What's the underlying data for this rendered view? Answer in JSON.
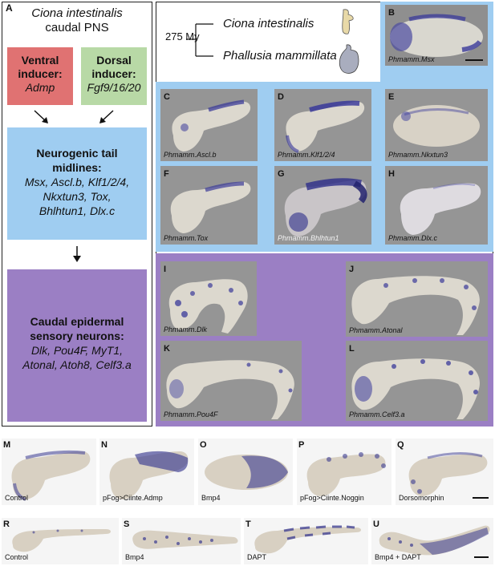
{
  "panel_a": {
    "letter": "A",
    "title_line1": "Ciona intestinalis",
    "title_line2": "caudal PNS",
    "ventral": {
      "title_line1": "Ventral",
      "title_line2": "inducer:",
      "gene": "Admp",
      "color": "#e07272"
    },
    "dorsal": {
      "title_line1": "Dorsal",
      "title_line2": "inducer:",
      "gene": "Fgf9/16/20",
      "color": "#b8d9a6"
    },
    "midlines": {
      "title_line1": "Neurogenic tail",
      "title_line2": "midlines:",
      "genes_line1": "Msx, Ascl.b, Klf1/2/4,",
      "genes_line2": "Nkxtun3, Tox,",
      "genes_line3": "Bhlhtun1, Dlx.c",
      "color": "#9fcdf1"
    },
    "sensory": {
      "title_line1": "Caudal epidermal",
      "title_line2": "sensory neurons:",
      "genes_line1": "Dlk, Pou4F, MyT1,",
      "genes_line2": "Atonal, Atoh8, Celf3.a",
      "color": "#9b7fc4"
    }
  },
  "phylogeny": {
    "time": "275 My",
    "species1": "Ciona intestinalis",
    "species2": "Phallusia mammillata",
    "blue_bg": "#9fcdf1",
    "purple_bg": "#9b7fc4"
  },
  "panels_blue": [
    {
      "letter": "B",
      "caption": "Phmamm.Msx"
    },
    {
      "letter": "C",
      "caption": "Phmamm.Ascl.b"
    },
    {
      "letter": "D",
      "caption": "Phmamm.Klf1/2/4"
    },
    {
      "letter": "E",
      "caption": "Phmamm.Nkxtun3"
    },
    {
      "letter": "F",
      "caption": "Phmamm.Tox"
    },
    {
      "letter": "G",
      "caption": "Phmamm.Bhlhtun1"
    },
    {
      "letter": "H",
      "caption": "Phmamm.Dlx.c"
    }
  ],
  "panels_purple": [
    {
      "letter": "I",
      "caption": "Phmamm.Dlk"
    },
    {
      "letter": "J",
      "caption": "Phmamm.Atonal"
    },
    {
      "letter": "K",
      "caption": "Phmamm.Pou4F"
    },
    {
      "letter": "L",
      "caption": "Phmamm.Celf3.a"
    }
  ],
  "row_m": [
    {
      "letter": "M",
      "caption": "Control"
    },
    {
      "letter": "N",
      "caption": "pFog>Ciinte.Admp"
    },
    {
      "letter": "O",
      "caption": "Bmp4"
    },
    {
      "letter": "P",
      "caption": "pFog>Ciinte.Noggin"
    },
    {
      "letter": "Q",
      "caption": "Dorsomorphin"
    }
  ],
  "row_r": [
    {
      "letter": "R",
      "caption": "Control"
    },
    {
      "letter": "S",
      "caption": "Bmp4"
    },
    {
      "letter": "T",
      "caption": "DAPT"
    },
    {
      "letter": "U",
      "caption": "Bmp4 + DAPT"
    }
  ]
}
